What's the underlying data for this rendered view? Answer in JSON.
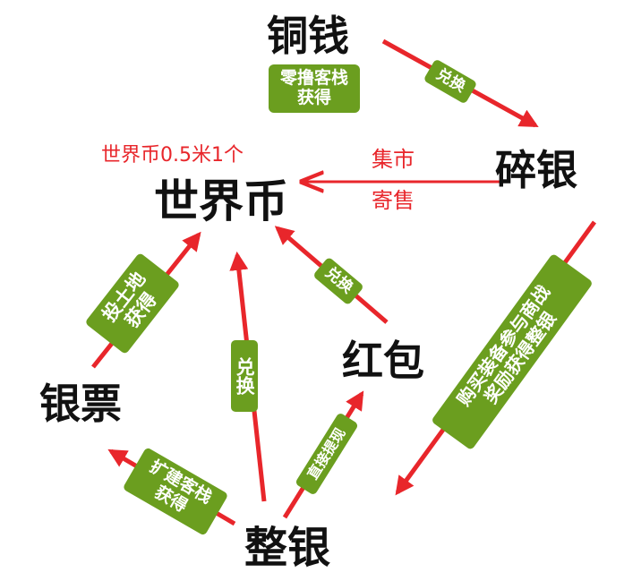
{
  "nodes": {
    "tongqian": "铜钱",
    "suiyin": "碎银",
    "shijiebi": "世界币",
    "hongbao": "红包",
    "yinpiao": "银票",
    "zhengyin": "整银"
  },
  "labels": {
    "tongqian_source": [
      "零撸客栈",
      "获得"
    ],
    "tongqian_to_suiyin": "兑换",
    "suiyin_to_zhengyin": [
      "购买装备参与商战",
      "奖励获得整银"
    ],
    "hongbao_to_shijiebi": "兑换",
    "zhengyin_to_shijiebi": "兑换",
    "yinpiao_to_shijiebi": [
      "投土地",
      "获得"
    ],
    "zhengyin_to_yinpiao": [
      "扩建客栈",
      "获得"
    ],
    "zhengyin_to_hongbao": "直接提现"
  },
  "annotations": {
    "price": "世界币0.5米1个",
    "market_line1": "集市",
    "market_line2": "寄售"
  },
  "colors": {
    "arrow": "#e8262b",
    "tag_bg": "#6b9e1f",
    "tag_text": "#ffffff",
    "node_text": "#111111",
    "annotation_text": "#e8262b"
  }
}
